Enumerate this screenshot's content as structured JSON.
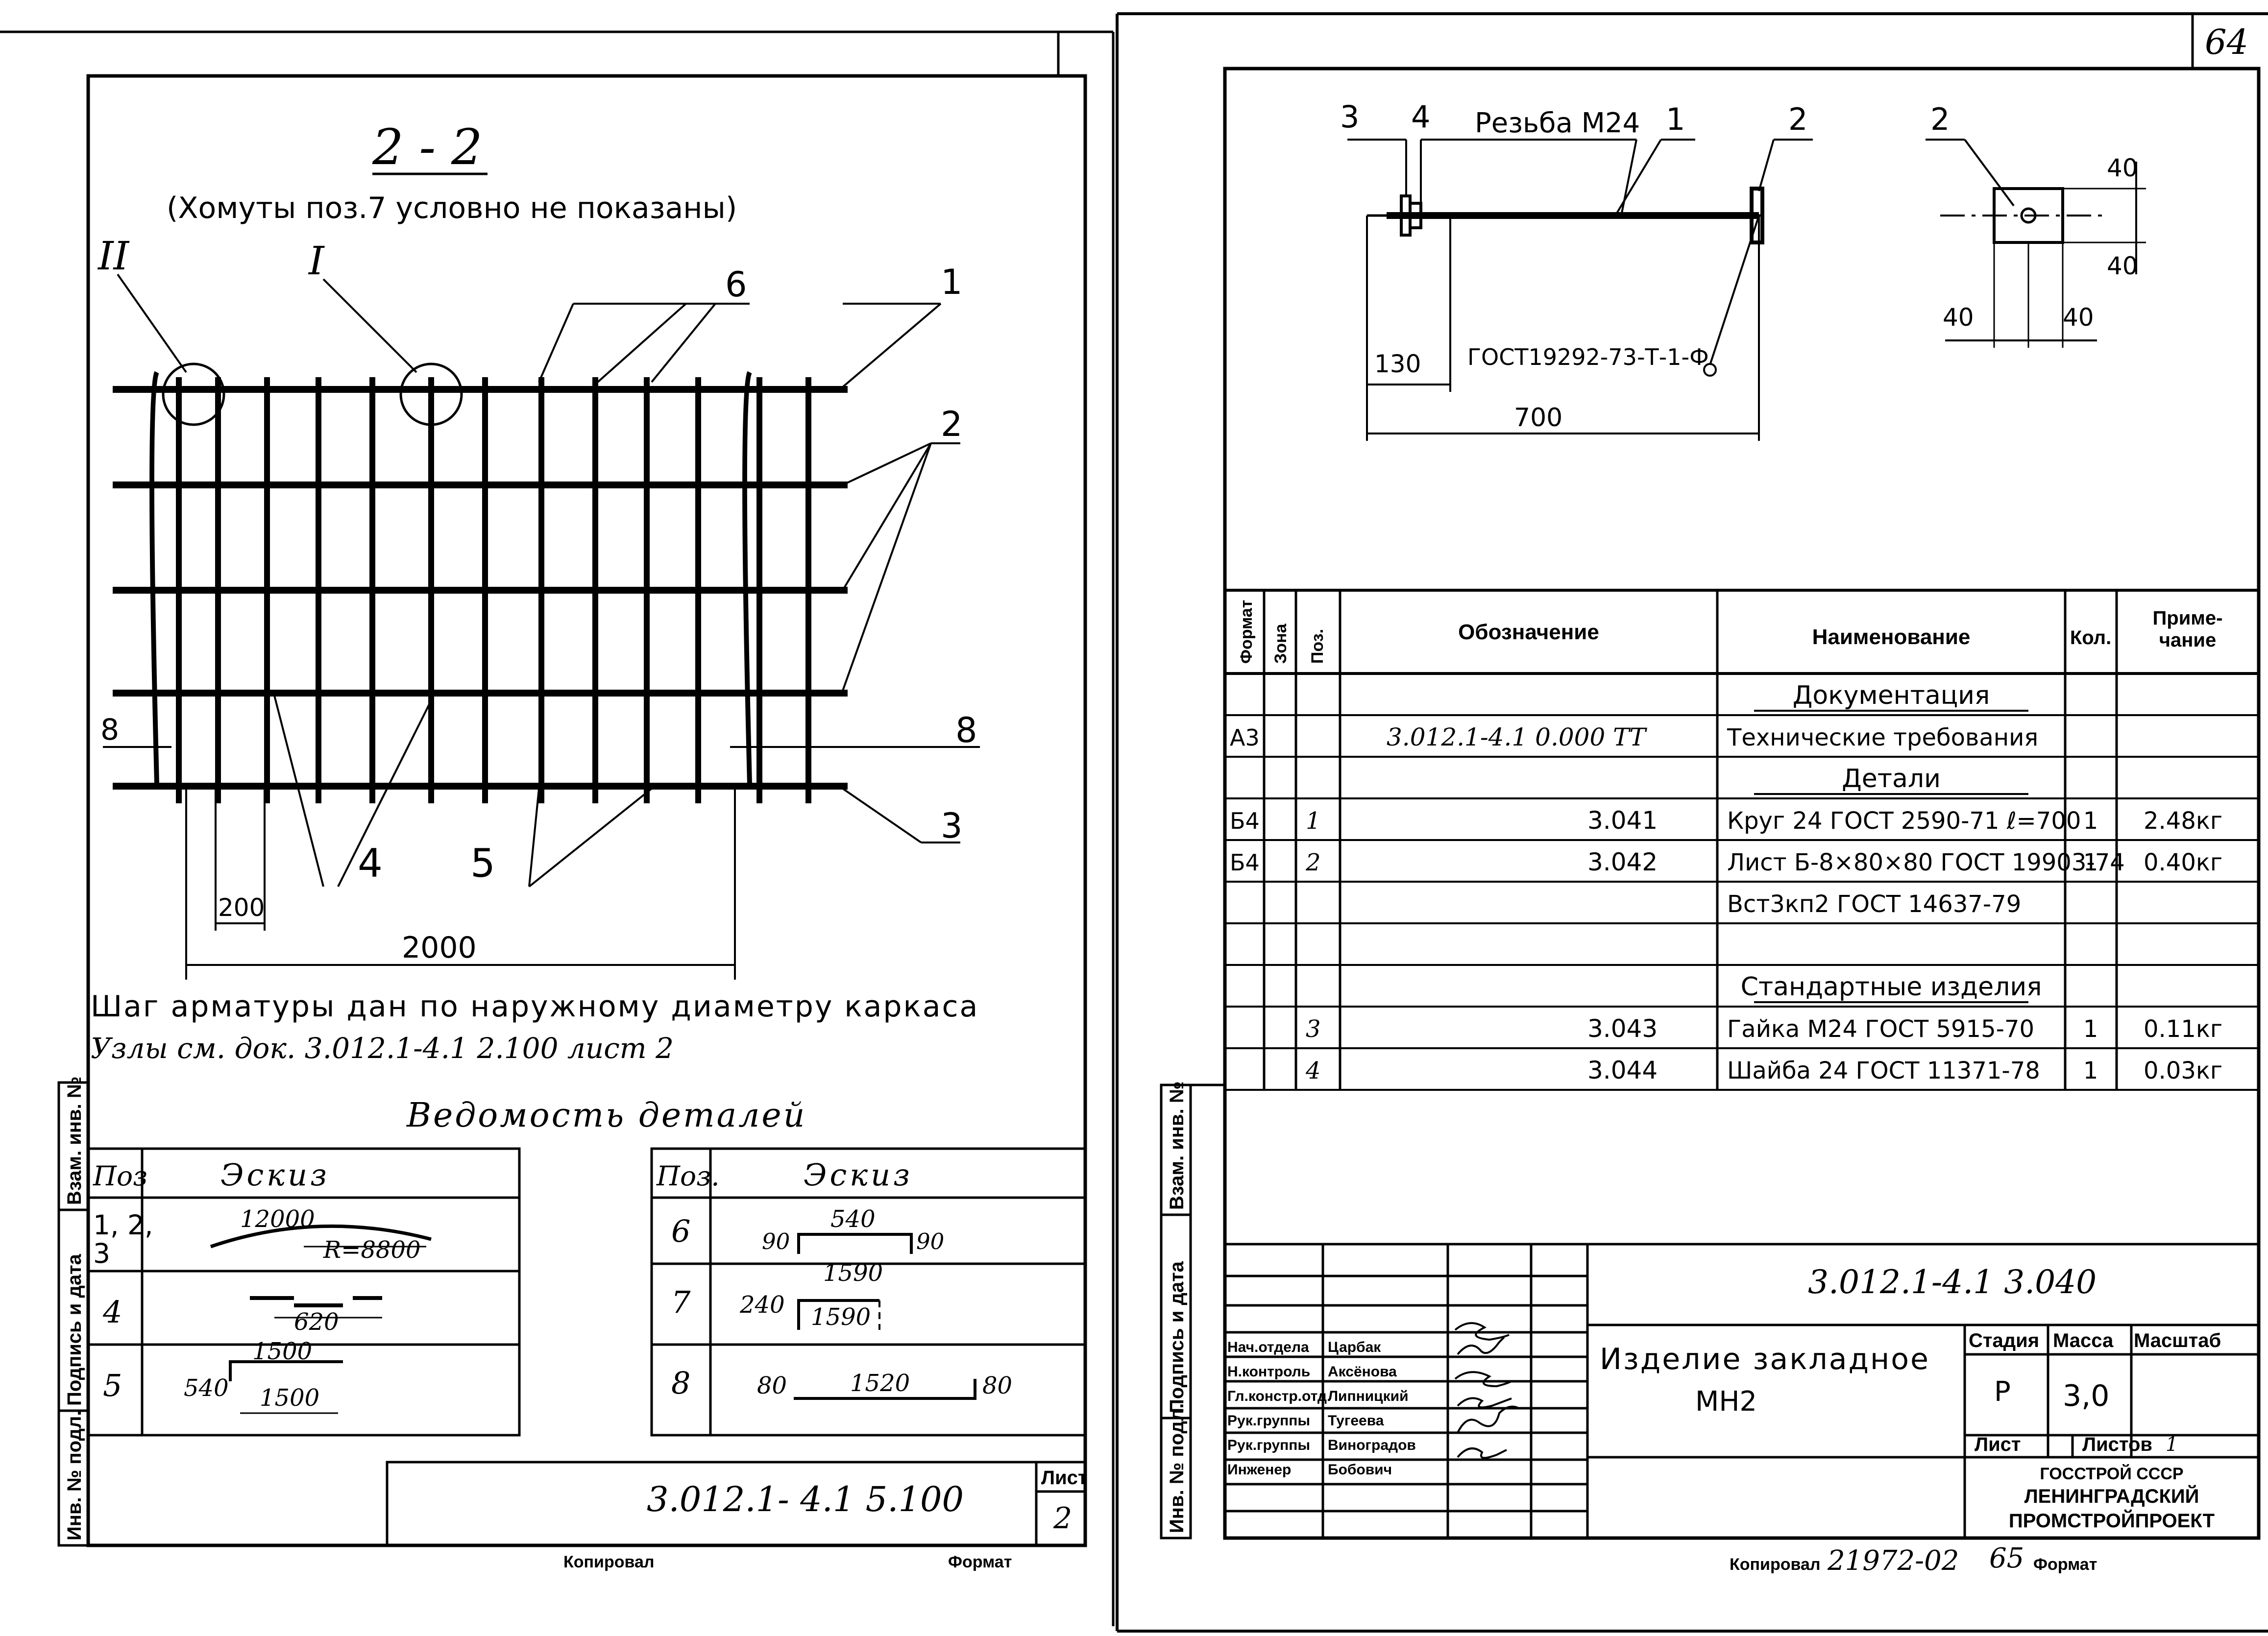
{
  "left_sheet": {
    "section_title": "2 - 2",
    "section_note": "(Хомуты поз.7 условно не показаны)",
    "node_labels": [
      "II",
      "I"
    ],
    "callouts": {
      "c1": "1",
      "c2": "2",
      "c3": "3",
      "c4": "4",
      "c5": "5",
      "c6": "6",
      "c8a": "8",
      "c8b": "8"
    },
    "dims": {
      "d200": "200",
      "d2000": "2000"
    },
    "notes": [
      "Шаг арматуры дан по наружному диаметру каркаса",
      "Узлы см. док. 3.012.1-4.1 2.100 лист 2"
    ],
    "schedule_title": "Ведомость деталей",
    "table_left": {
      "h_pos": "Поз",
      "h_sketch": "Эскиз",
      "rows": [
        {
          "pos": "1, 2,\n3",
          "dims": [
            "12000",
            "R=8800"
          ]
        },
        {
          "pos": "4",
          "dims": [
            "620"
          ]
        },
        {
          "pos": "5",
          "dims": [
            "1500",
            "540",
            "1500"
          ]
        }
      ]
    },
    "table_right": {
      "h_pos": "Поз.",
      "h_sketch": "Эскиз",
      "rows": [
        {
          "pos": "6",
          "dims": [
            "540",
            "90",
            "90"
          ]
        },
        {
          "pos": "7",
          "dims": [
            "1590",
            "240",
            "1590"
          ]
        },
        {
          "pos": "8",
          "dims": [
            "80",
            "1520",
            "80"
          ]
        }
      ]
    },
    "side_stamp": [
      "Взам. инв. №",
      "Подпись и дата",
      "Инв. № подл."
    ],
    "doc_code": "3.012.1- 4.1 5.100",
    "sheet_label": "Лист",
    "sheet_number": "2",
    "footer": {
      "copied": "Копировал",
      "format": "Формат"
    }
  },
  "right_sheet": {
    "page_number": "64",
    "drawing": {
      "c3": "3",
      "c4": "4",
      "thread": "Резьба М24",
      "c1": "1",
      "c2a": "2",
      "c2b": "2",
      "d40a": "40",
      "d40b": "40",
      "d40c": "40",
      "d40d": "40",
      "d130": "130",
      "gost": "ГОСТ19292-73-Т-1-Ф",
      "d700": "700"
    },
    "spec_headers": {
      "format": "Формат",
      "zone": "Зона",
      "pos": "Поз.",
      "designation": "Обозначение",
      "name": "Наименование",
      "qty": "Кол.",
      "note": "Приме-\nчание"
    },
    "spec_rows": [
      {
        "format": "",
        "pos": "",
        "designation": "",
        "name": "Документация",
        "qty": "",
        "note": "",
        "section": true
      },
      {
        "format": "А3",
        "pos": "",
        "designation": "3.012.1-4.1      0.000 ТТ",
        "name": "Технические требования",
        "qty": "",
        "note": ""
      },
      {
        "format": "",
        "pos": "",
        "designation": "",
        "name": "Детали",
        "qty": "",
        "note": "",
        "section": true
      },
      {
        "format": "Б4",
        "pos": "1",
        "designation": "3.041",
        "name": "Круг 24 ГОСТ 2590-71  ℓ=700",
        "qty": "1",
        "note": "2.48кг"
      },
      {
        "format": "Б4",
        "pos": "2",
        "designation": "3.042",
        "name": "Лист Б-8×80×80 ГОСТ 19903-74",
        "qty": "1",
        "note": "0.40кг"
      },
      {
        "format": "",
        "pos": "",
        "designation": "",
        "name": "Вст3кп2 ГОСТ 14637-79",
        "qty": "",
        "note": ""
      },
      {
        "format": "",
        "pos": "",
        "designation": "",
        "name": "",
        "qty": "",
        "note": ""
      },
      {
        "format": "",
        "pos": "",
        "designation": "",
        "name": "Стандартные изделия",
        "qty": "",
        "note": "",
        "section": true
      },
      {
        "format": "",
        "pos": "3",
        "designation": "3.043",
        "name": "Гайка М24 ГОСТ 5915-70",
        "qty": "1",
        "note": "0.11кг"
      },
      {
        "format": "",
        "pos": "4",
        "designation": "3.044",
        "name": "Шайба 24  ГОСТ 11371-78",
        "qty": "1",
        "note": "0.03кг"
      }
    ],
    "title_block": {
      "doc_code": "3.012.1-4.1  3.040",
      "roles": [
        {
          "role": "Нач.отдела",
          "name": "Царбак"
        },
        {
          "role": "Н.контроль",
          "name": "Аксёнова"
        },
        {
          "role": "Гл.констр.отд",
          "name": "Липницкий"
        },
        {
          "role": "Рук.группы",
          "name": "Тугеева"
        },
        {
          "role": "Рук.группы",
          "name": "Виноградов"
        },
        {
          "role": "Инженер",
          "name": "Бобович"
        }
      ],
      "product_name": "Изделие закладное",
      "product_code": "МН2",
      "stage_h": "Стадия",
      "mass_h": "Масса",
      "scale_h": "Масштаб",
      "stage": "Р",
      "mass": "3,0",
      "sheet_h": "Лист",
      "sheets_h": "Листов",
      "sheets": "1",
      "org": [
        "ГОССТРОЙ СССР",
        "ЛЕНИНГРАДСКИЙ",
        "ПРОМСТРОЙПРОЕКТ"
      ]
    },
    "footer": {
      "copied": "Копировал",
      "number": "21972-02",
      "page": "65",
      "format": "Формат"
    }
  }
}
